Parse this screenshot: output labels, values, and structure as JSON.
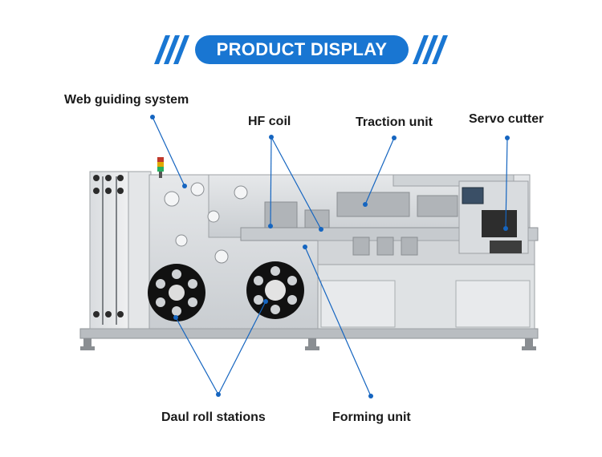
{
  "header": {
    "title": "PRODUCT DISPLAY"
  },
  "colors": {
    "accent": "#1976d2",
    "line": "#1565c0",
    "text": "#1a1a1a",
    "machine": "#d6d9dc"
  },
  "callouts": [
    {
      "id": "web-guiding-system",
      "label": "Web guiding system"
    },
    {
      "id": "hf-coil",
      "label": "HF coil"
    },
    {
      "id": "traction-unit",
      "label": "Traction unit"
    },
    {
      "id": "servo-cutter",
      "label": "Servo cutter"
    },
    {
      "id": "daul-roll-stations",
      "label": "Daul roll stations"
    },
    {
      "id": "forming-unit",
      "label": "Forming unit"
    }
  ]
}
